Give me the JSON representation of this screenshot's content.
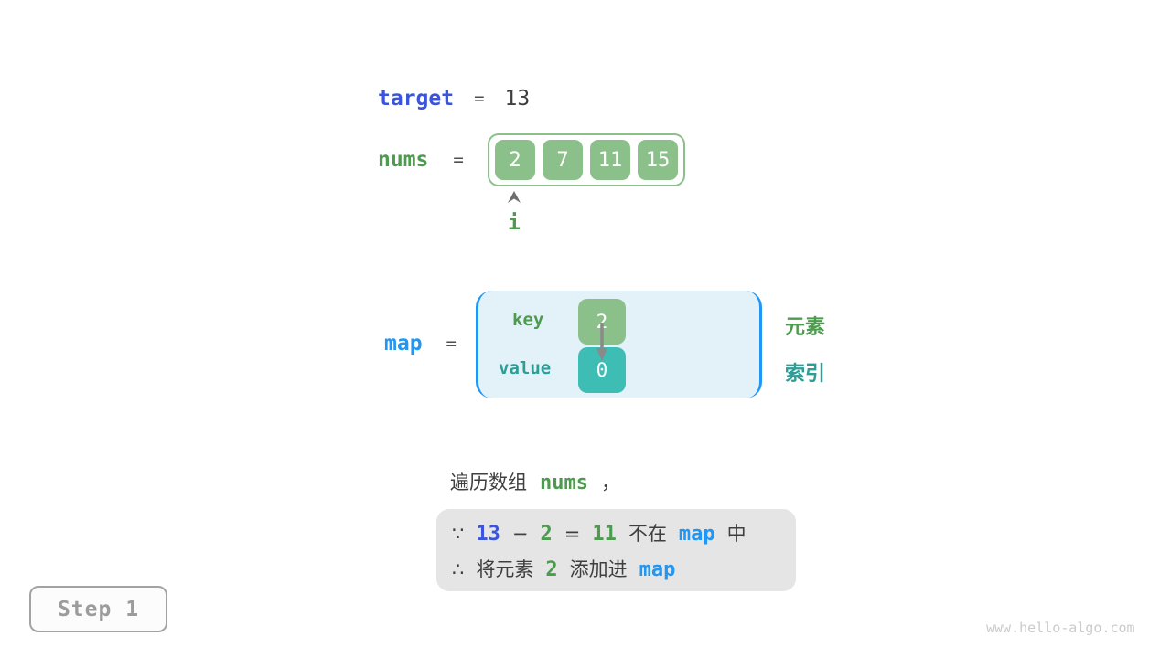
{
  "colors": {
    "royal_blue": "#3B54DD",
    "bright_blue": "#2196F3",
    "green": "#4E9B50",
    "teal": "#2D9D96",
    "box_green": "#8BC08B",
    "box_teal": "#3EBDB5",
    "map_bg": "#E3F1F9",
    "conclusion_bg": "#E5E5E5"
  },
  "target": {
    "label": "target",
    "equals": "=",
    "value": "13"
  },
  "nums": {
    "label": "nums",
    "equals": "=",
    "values": [
      "2",
      "7",
      "11",
      "15"
    ],
    "index_pointer": "i"
  },
  "map": {
    "label": "map",
    "equals": "=",
    "key_label": "key",
    "value_label": "value",
    "entry": {
      "key": "2",
      "value": "0"
    },
    "legend": {
      "key": "元素",
      "value": "索引"
    }
  },
  "caption": {
    "prefix": "遍历数组",
    "code": "nums",
    "comma": "，"
  },
  "conclusion": {
    "line1": [
      "∵",
      "13",
      "−",
      "2",
      "=",
      "11",
      "不在",
      "map",
      "中"
    ],
    "line2": [
      "∴",
      "将元素",
      "2",
      "添加进",
      "map"
    ]
  },
  "step": {
    "label": "Step 1"
  },
  "watermark": "www.hello-algo.com"
}
